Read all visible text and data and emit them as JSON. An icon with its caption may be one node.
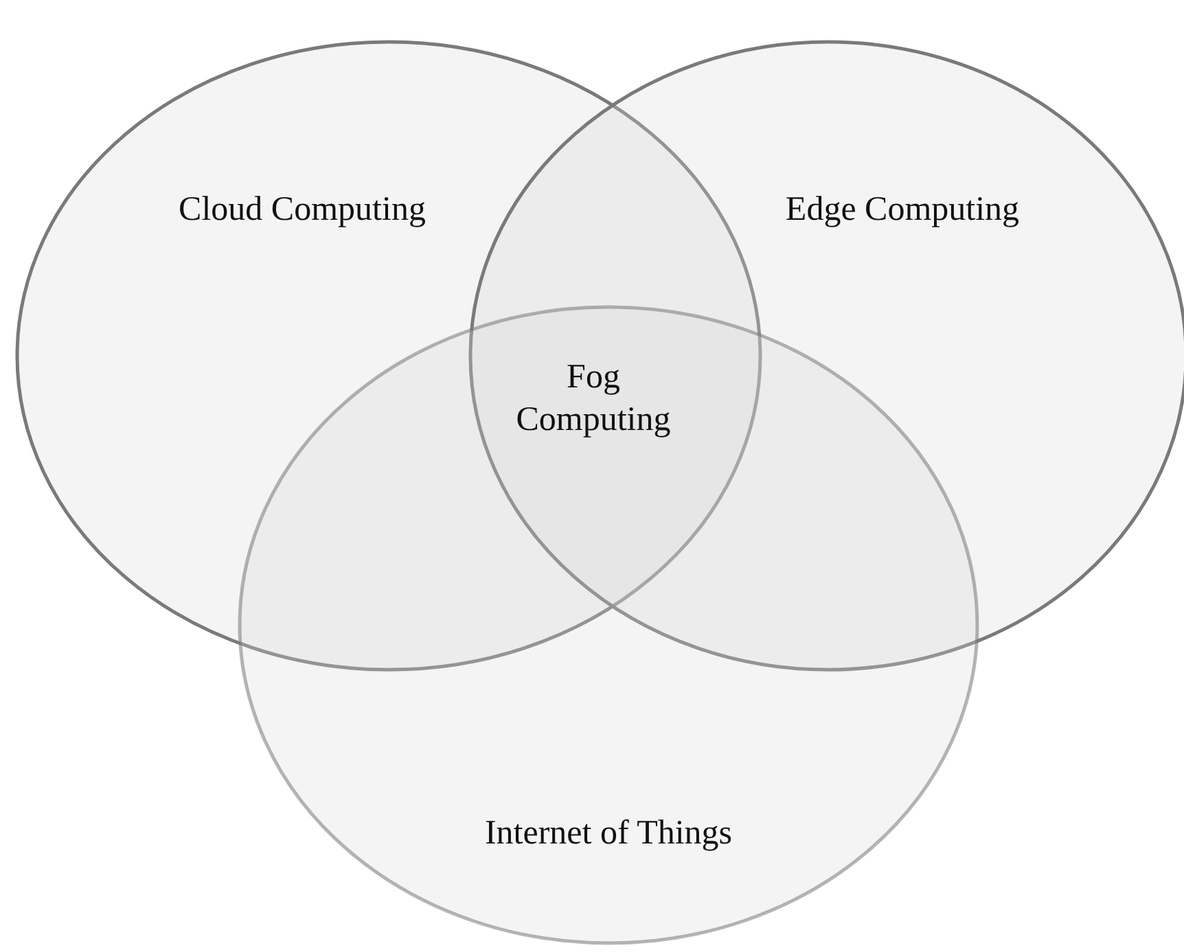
{
  "diagram": {
    "nodes": [
      {
        "text": [
          "Cloud Computing"
        ]
      },
      {
        "text": [
          "Edge Computing"
        ]
      },
      {
        "text": [
          "Internet of Things"
        ]
      }
    ],
    "labels": [
      "Fog Computing"
    ]
  }
}
